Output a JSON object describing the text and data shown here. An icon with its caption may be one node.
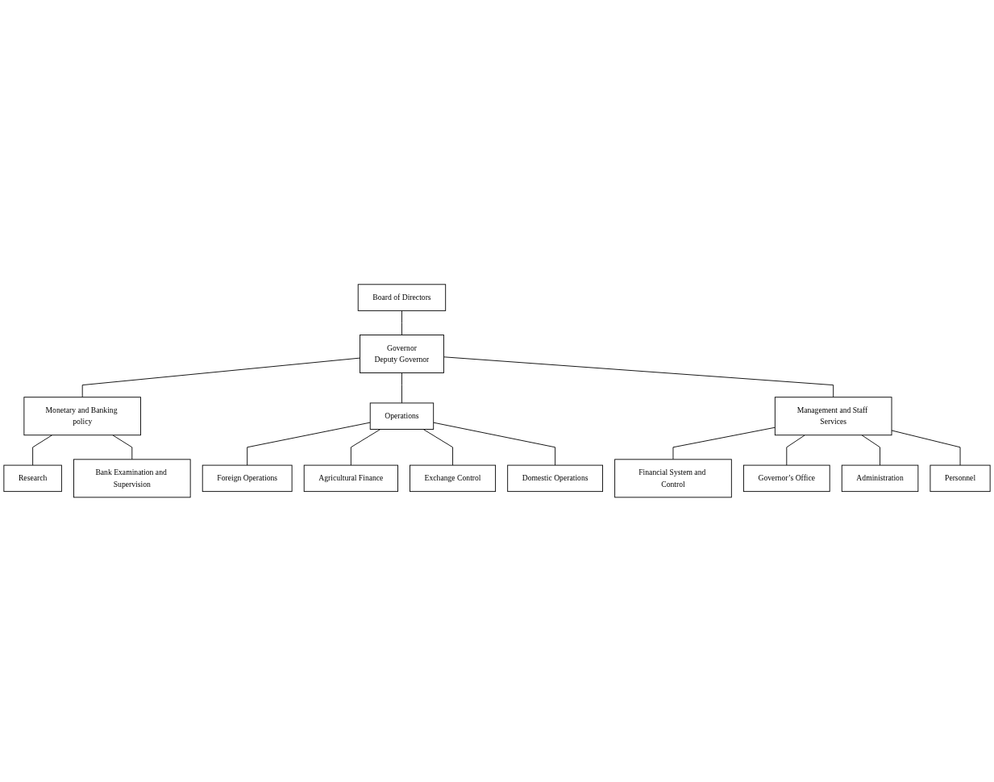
{
  "diagram": {
    "nodes": [
      {
        "text": [
          "Board of Directors"
        ]
      },
      {
        "text": [
          "Governor",
          "Deputy Governor"
        ]
      },
      {
        "text": [
          "Monetary and Banking policy"
        ]
      },
      {
        "text": [
          "Operations"
        ]
      },
      {
        "text": [
          "Management and Staff Services"
        ]
      },
      {
        "text": [
          "Research"
        ]
      },
      {
        "text": [
          "Bank Examination and Supervision"
        ]
      },
      {
        "text": [
          "Financial System and Control"
        ]
      },
      {
        "text": [
          "Governor’s Office"
        ]
      },
      {
        "text": [
          "Foreign Operations"
        ]
      },
      {
        "text": [
          "Agricultural Finance"
        ]
      },
      {
        "text": [
          "Administration"
        ]
      },
      {
        "text": [
          "Exchange Control"
        ]
      },
      {
        "text": [
          "Domestic Operations"
        ]
      },
      {
        "text": [
          "Personnel"
        ]
      }
    ],
    "edges": [
      {
        "from": 0,
        "to": 1,
        "arrow": "none"
      },
      {
        "from": 1,
        "to": 2,
        "arrow": "none"
      },
      {
        "from": 1,
        "to": 3,
        "arrow": "none"
      },
      {
        "from": 1,
        "to": 4,
        "arrow": "none"
      },
      {
        "from": 2,
        "to": 5,
        "arrow": "none"
      },
      {
        "from": 2,
        "to": 6,
        "arrow": "none"
      },
      {
        "from": 3,
        "to": 9,
        "arrow": "none"
      },
      {
        "from": 3,
        "to": 10,
        "arrow": "none"
      },
      {
        "from": 3,
        "to": 12,
        "arrow": "none"
      },
      {
        "from": 3,
        "to": 13,
        "arrow": "none"
      },
      {
        "from": 4,
        "to": 7,
        "arrow": "none"
      },
      {
        "from": 4,
        "to": 8,
        "arrow": "none"
      },
      {
        "from": 4,
        "to": 11,
        "arrow": "none"
      },
      {
        "from": 4,
        "to": 14,
        "arrow": "none"
      }
    ]
  }
}
